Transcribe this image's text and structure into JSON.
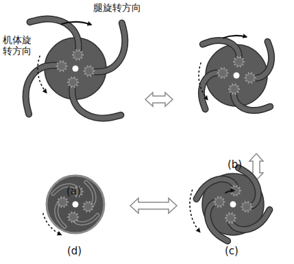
{
  "diagram": {
    "labels": [
      "腿旋转方向",
      "机体旋 转方向",
      "(a)",
      "(b)",
      "(c)",
      "(d)"
    ]
  }
}
